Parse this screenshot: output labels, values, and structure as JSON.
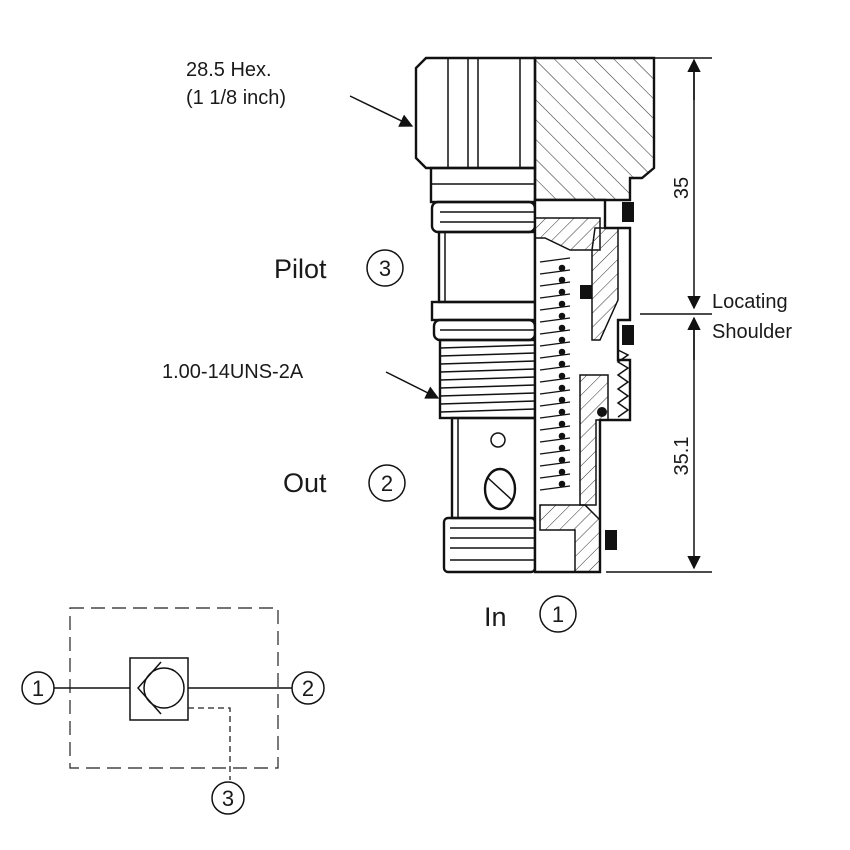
{
  "labels": {
    "hex_size": "28.5 Hex.",
    "hex_size_inch": "(1 1/8 inch)",
    "thread_spec": "1.00-14UNS-2A",
    "locating_line1": "Locating",
    "locating_line2": "Shoulder",
    "dim_upper": "35",
    "dim_lower": "35.1"
  },
  "ports": {
    "pilot": {
      "name": "Pilot",
      "number": "3"
    },
    "out": {
      "name": "Out",
      "number": "2"
    },
    "in": {
      "name": "In",
      "number": "1"
    }
  },
  "symbol": {
    "port_left": "1",
    "port_right": "2",
    "port_bottom": "3"
  }
}
